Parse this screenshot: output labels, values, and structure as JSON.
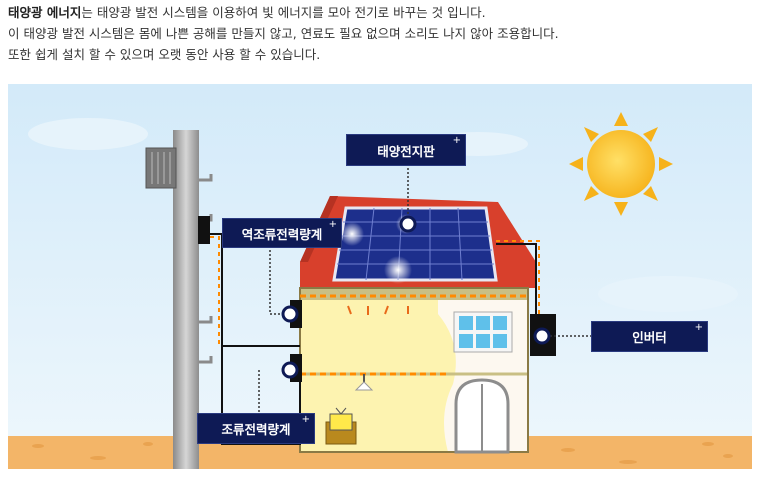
{
  "intro": {
    "highlight": "태양광 에너지",
    "line1_rest": "는 태양광 발전 시스템을 이용하여 빛 에너지를 모아 전기로 바꾸는 것 입니다.",
    "line2": "이 태양광 발전 시스템은 몸에 나쁜 공해를 만들지 않고, 연료도 필요 없으며 소리도 나지 않아 조용합니다.",
    "line3": "또한 쉽게 설치 할 수 있으며 오랫 동안 사용 할 수 있습니다."
  },
  "callouts": {
    "solar_panel": "태양전지판",
    "reverse_meter": "역조류전력량계",
    "inverter": "인버터",
    "forward_meter": "조류전력량계",
    "plus": "+"
  },
  "colors": {
    "sky": "#d9ecf8",
    "ground": "#f3b568",
    "roof": "#d8402c",
    "panel": "#1d2f8c",
    "callout_bg": "#0e1a55",
    "sun": "#ffc933",
    "wall": "#fdf3b0"
  }
}
